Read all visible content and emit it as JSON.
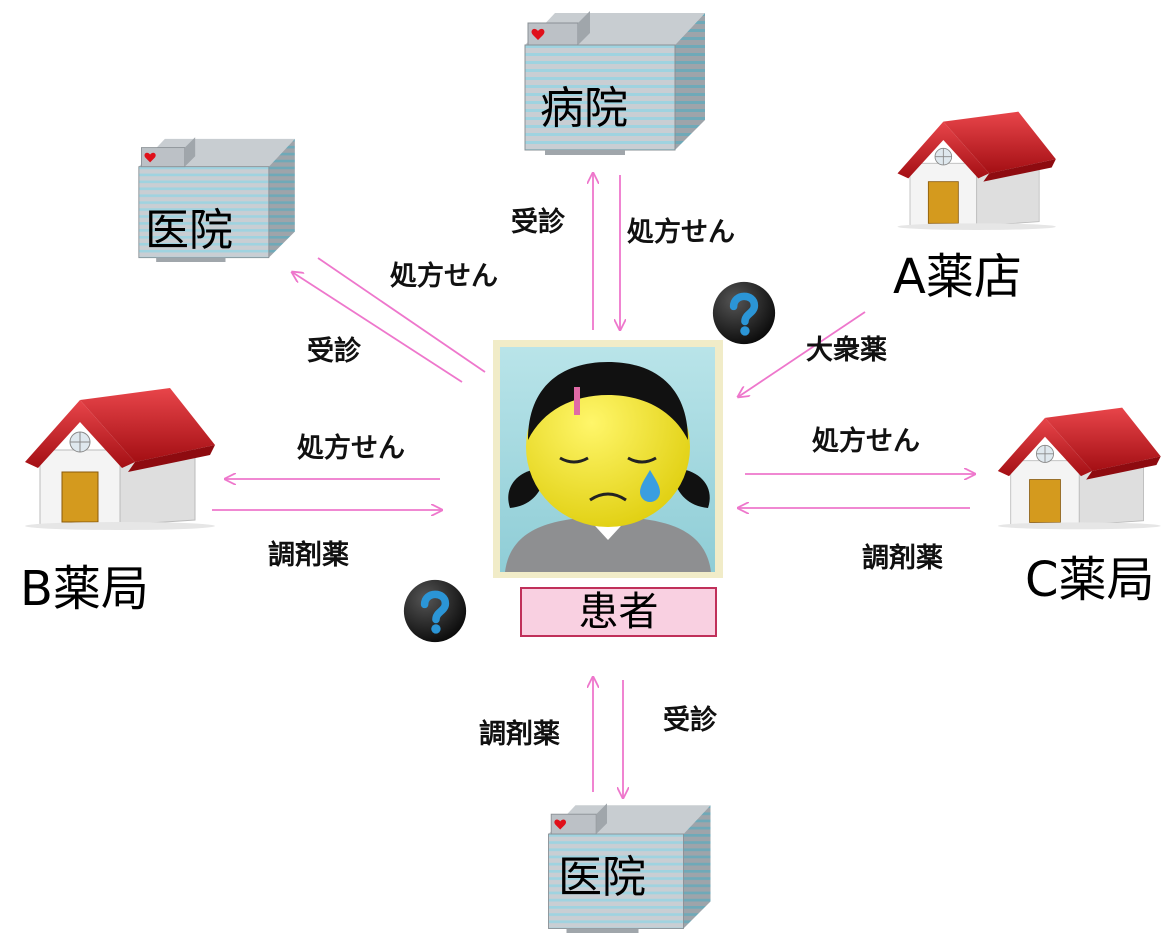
{
  "center": {
    "name": "患者"
  },
  "facilities": {
    "hospital_top": "病院",
    "clinic_left": "医院",
    "clinic_bottom": "医院",
    "pharmacy_b": "B薬局",
    "pharmacy_c": "C薬局",
    "drugstore_a": "A薬店"
  },
  "edge_labels": {
    "top_consult": "受診",
    "top_prescription": "処方せん",
    "left_prescription": "処方せん",
    "left_consult": "受診",
    "b_prescription": "処方せん",
    "b_medicine": "調剤薬",
    "c_prescription": "処方せん",
    "c_medicine": "調剤薬",
    "a_otc": "大衆薬",
    "bottom_medicine": "調剤薬",
    "bottom_consult": "受診"
  },
  "colors": {
    "arrow": "#ee77cc",
    "roof": "#c4161c",
    "patient_box_fill": "#f9d0e1",
    "question_icon": "#1e88c8"
  },
  "icons": [
    "hospital-building-icon",
    "house-icon",
    "crying-girl-icon",
    "question-mark-icon"
  ]
}
